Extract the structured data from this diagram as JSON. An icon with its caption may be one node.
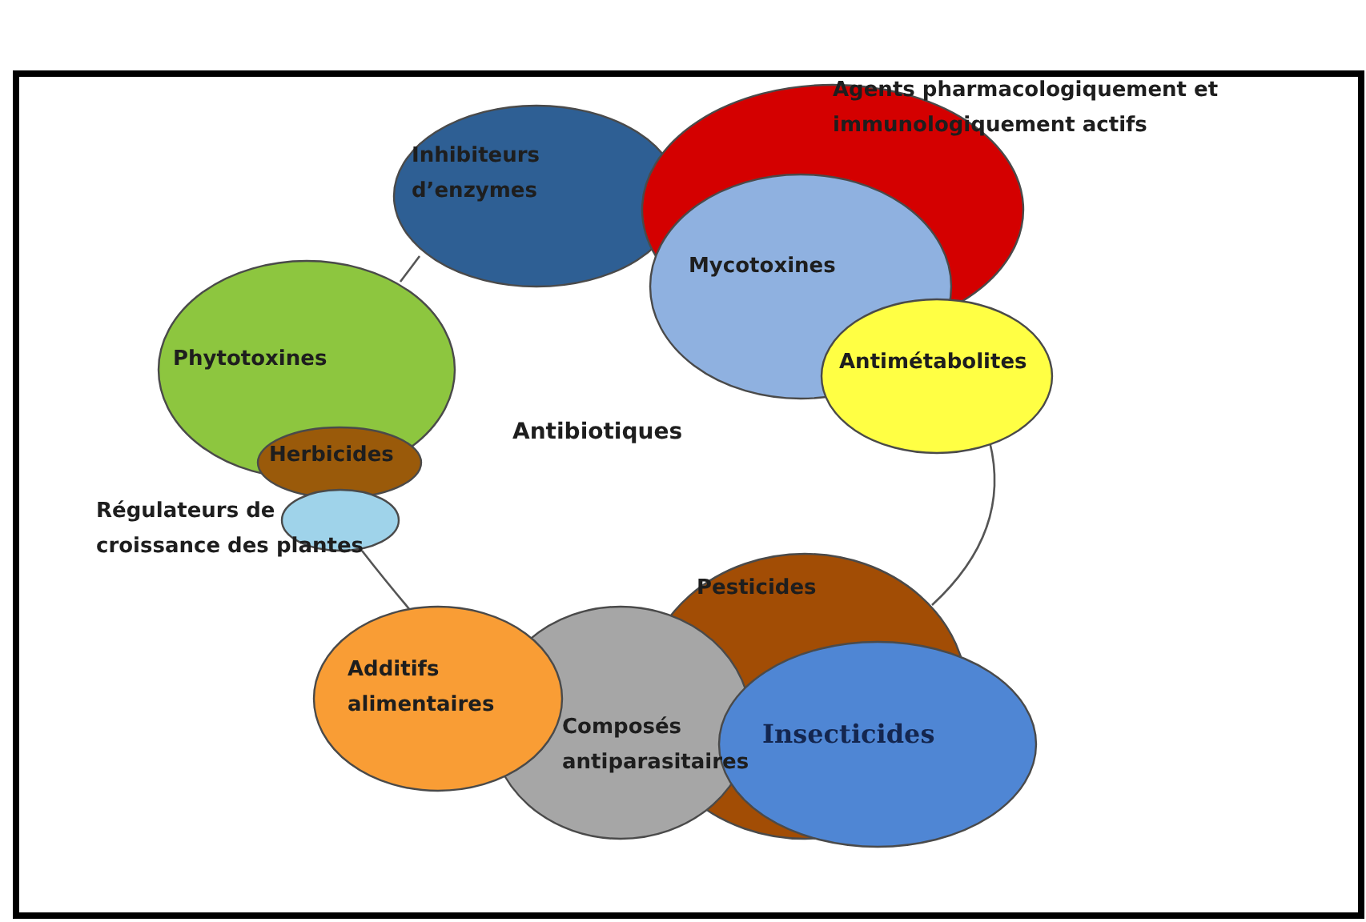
{
  "diagram": {
    "nodes": [
      {
        "text": [
          "Agents pharmacologiquement et immunologiquement actifs"
        ]
      },
      {
        "text": [
          "Inhibiteurs d’enzymes"
        ]
      },
      {
        "text": [
          "Mycotoxines"
        ]
      },
      {
        "text": [
          "Phytotoxines"
        ]
      },
      {
        "text": [
          "Antimétabolites"
        ]
      },
      {
        "text": [
          "Herbicides"
        ]
      },
      {
        "text": [
          "Régulateurs de croissance des plantes"
        ]
      },
      {
        "text": [
          "Pesticides"
        ]
      },
      {
        "text": [
          "Additifs alimentaires"
        ]
      },
      {
        "text": [
          "Composés antiparasitaires"
        ]
      },
      {
        "text": [
          "Insecticides"
        ]
      }
    ],
    "edges": [
      {
        "from": 1,
        "to": 3,
        "arrow": "none"
      },
      {
        "from": 6,
        "to": 8,
        "arrow": "none"
      },
      {
        "from": 4,
        "to": 7,
        "arrow": "none"
      }
    ],
    "labels": [
      "Antibiotiques"
    ]
  }
}
